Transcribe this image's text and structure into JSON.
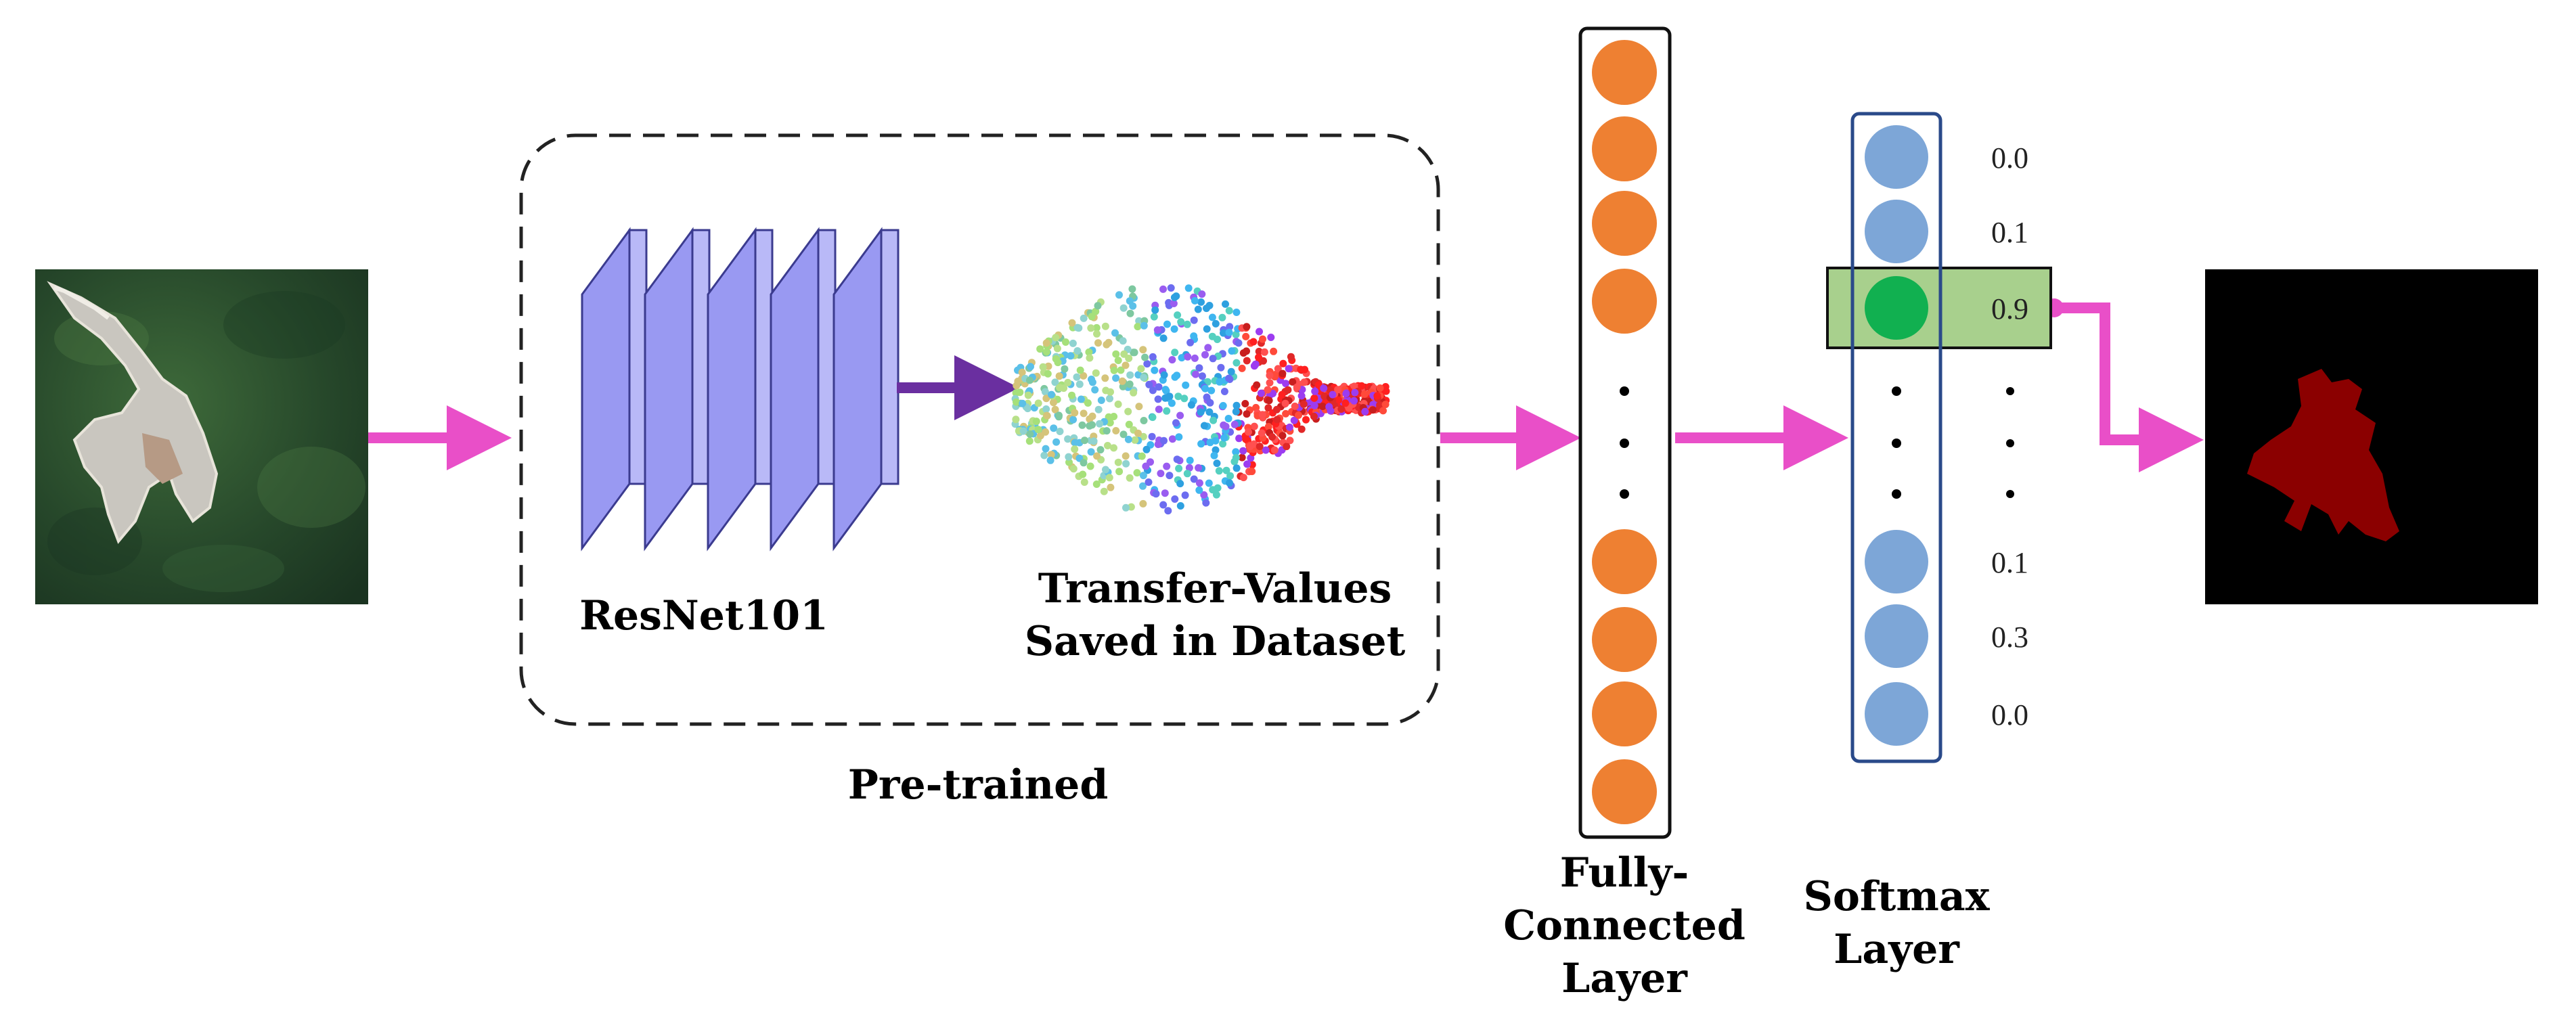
{
  "diagram": {
    "pretrained_label": "Pre-trained",
    "resnet_label": "ResNet101",
    "transfer_label_line1": "Transfer-Values",
    "transfer_label_line2": "Saved in Dataset",
    "fc_label_line1": "Fully-",
    "fc_label_line2": "Connected",
    "fc_label_line3": "Layer",
    "softmax_label_line1": "Softmax",
    "softmax_label_line2": "Layer",
    "softmax_probabilities": [
      "0.0",
      "0.1",
      "0.9",
      "0.1",
      "0.3",
      "0.0"
    ],
    "highlighted_index": 2,
    "colors": {
      "arrow": "#e94fc8",
      "inner_arrow": "#6a2fa0",
      "resnet_block": "#9999f2",
      "fc_neuron": "#ee8032",
      "softmax_neuron": "#7da6d7",
      "softmax_highlight_neuron": "#11b050",
      "highlight_box": "#a8d08d",
      "mask_foreground": "#8b0000",
      "mask_background": "#000000"
    }
  }
}
